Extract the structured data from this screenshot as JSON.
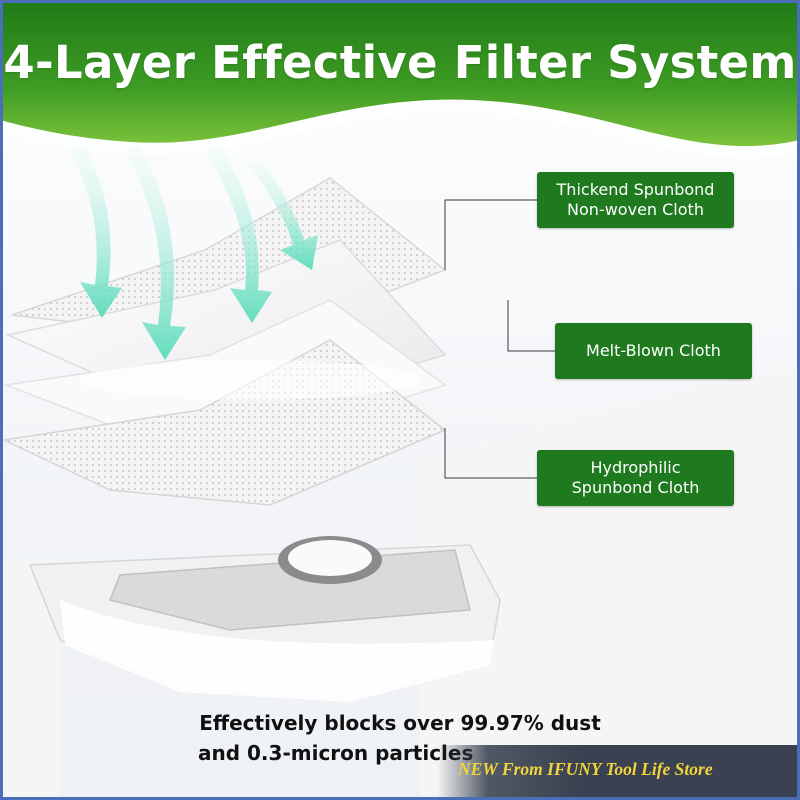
{
  "banner": {
    "title": "4-Layer Effective Filter System"
  },
  "layers": [
    {
      "label_line1": "Thickend Spunbond",
      "label_line2": "Non-woven Cloth"
    },
    {
      "label_line1": "Melt-Blown Cloth"
    },
    {
      "label_line1": "Hydrophilic",
      "label_line2": "Spunbond Cloth"
    }
  ],
  "caption": {
    "line1": "Effectively blocks over 99.97% dust",
    "line2": "and 0.3-micron particles"
  },
  "store": {
    "text": "NEW From IFUNY Tool Life Store"
  },
  "colors": {
    "banner_green": "#2f8a1e",
    "label_green": "#1f7a1f",
    "arrow_teal": "#6fe3c4",
    "store_text": "#f2d43a",
    "frame_blue": "#4a6fb8"
  },
  "icons": [
    "airflow-arrow-icon",
    "filter-bag-illustration"
  ]
}
